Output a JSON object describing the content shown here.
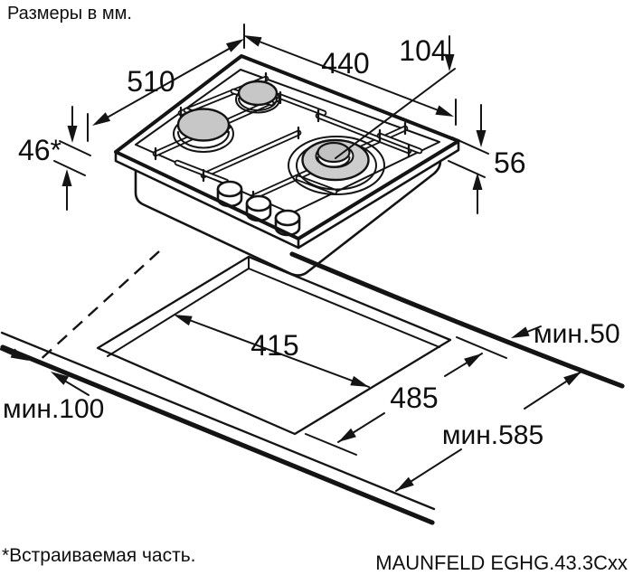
{
  "title": "Размеры в мм.",
  "footnote": "*Встраиваемая часть.",
  "model": "MAUNFELD EGHG.43.3Cxx",
  "hob": {
    "width": "510",
    "depth": "440",
    "burner_to_edge": "104",
    "built_in_height": "46*",
    "total_height": "56"
  },
  "installation": {
    "cutout_depth": "415",
    "cutout_width": "485",
    "min_gap_wall": "мин.100",
    "min_gap_front": "мин.50",
    "min_worktop_depth": "мин.585"
  }
}
